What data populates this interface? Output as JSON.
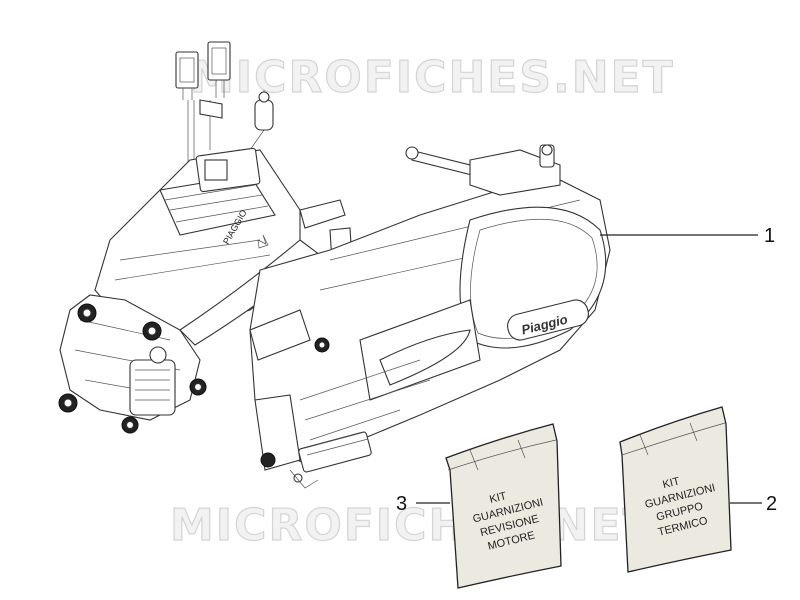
{
  "watermark": {
    "top": "MICROFICHES.NET",
    "bottom": "MICROFICHES.NET"
  },
  "engine": {
    "logo_head": "PIAGGIO",
    "logo_cover": "Piaggio"
  },
  "callouts": [
    {
      "number": "1"
    },
    {
      "number": "2"
    },
    {
      "number": "3"
    }
  ],
  "kits": [
    {
      "lines": [
        "KIT",
        "GUARNIZIONI",
        "REVISIONE",
        "MOTORE"
      ]
    },
    {
      "lines": [
        "KIT",
        "GUARNIZIONI",
        "GRUPPO",
        "TERMICO"
      ]
    }
  ]
}
